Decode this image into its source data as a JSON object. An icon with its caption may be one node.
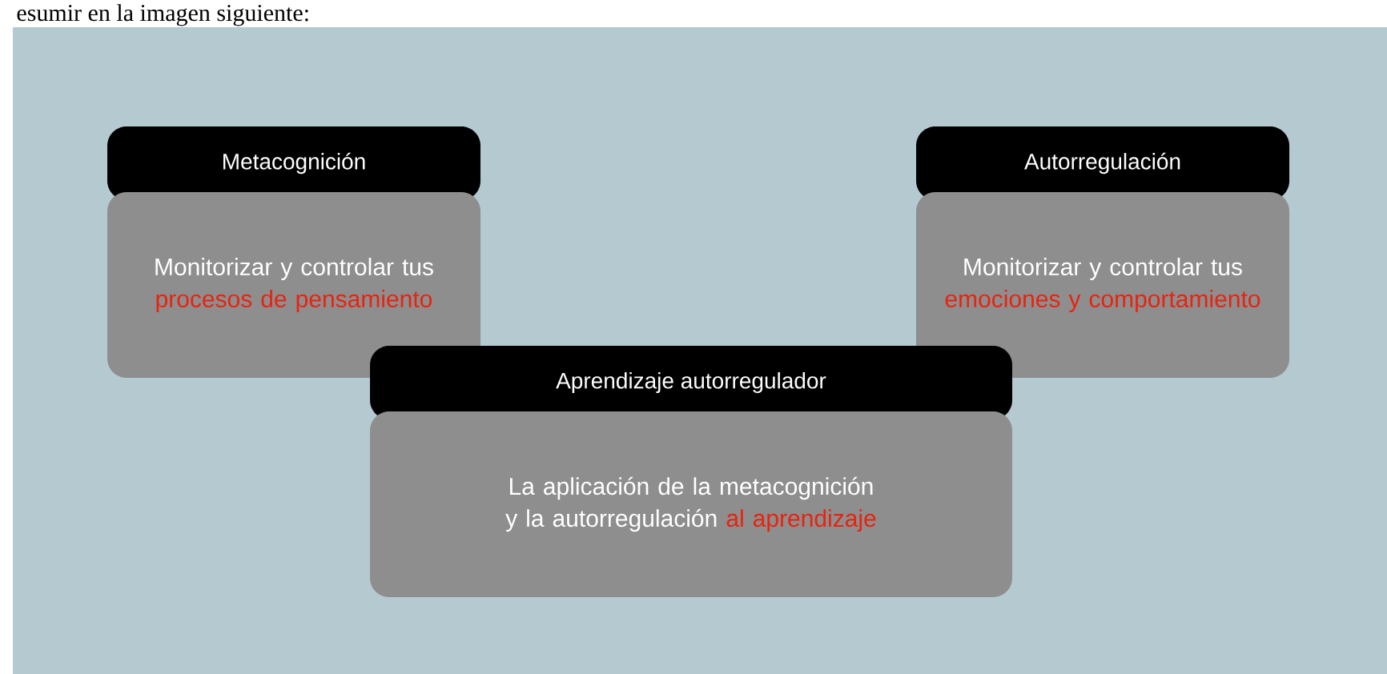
{
  "diagram": {
    "nodes": [
      {
        "text": [
          "Metacognición"
        ]
      },
      {
        "text": [
          "Monitorizar y controlar tus",
          "procesos de pensamiento"
        ]
      },
      {
        "text": [
          "Autorregulación"
        ]
      },
      {
        "text": [
          "Monitorizar y controlar tus",
          "emociones y comportamiento"
        ]
      },
      {
        "text": [
          "Aprendizaje autorregulador"
        ]
      },
      {
        "text": [
          "La aplicación de la metacognición y la autorregulación",
          "al aprendizaje"
        ]
      }
    ],
    "labels": [
      "esumir en la imagen siguiente:"
    ]
  }
}
